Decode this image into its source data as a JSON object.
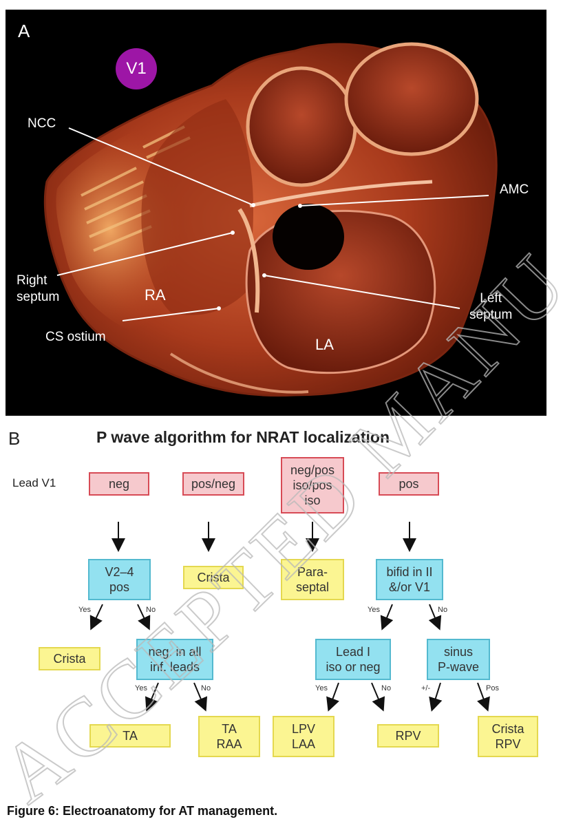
{
  "panel_a": {
    "letter": "A",
    "badge": "V1",
    "labels": {
      "ncc": "NCC",
      "amc": "AMC",
      "right_septum": "Right\nseptum",
      "left_septum": "Left\nseptum",
      "cs_ostium": "CS ostium",
      "ra": "RA",
      "la": "LA"
    }
  },
  "panel_b": {
    "letter": "B",
    "title": "P wave algorithm for NRAT localization",
    "lead_label": "Lead V1",
    "lead_boxes": [
      "neg",
      "pos/neg",
      "neg/pos\niso/pos\niso",
      "pos"
    ],
    "level2": [
      "V2–4\npos",
      "Crista",
      "Para-\nseptal",
      "bifid in II\n&/or V1"
    ],
    "level3": [
      "Crista",
      "neg. in all\ninf. leads",
      "Lead I\niso or neg",
      "sinus\nP-wave"
    ],
    "level4": [
      "TA",
      "TA\nRAA",
      "LPV\nLAA",
      "RPV",
      "Crista\nRPV"
    ],
    "branch_labels": {
      "yes": "Yes",
      "no": "No",
      "plus_minus": "+/-",
      "pos": "Pos"
    }
  },
  "caption": "Figure 6: Electroanatomy  for AT management.",
  "watermark": "ACCEPTED MANUSCRIPT",
  "colors": {
    "red_fill": "#f6c9cd",
    "red_border": "#d74a55",
    "cyan_fill": "#93e1f0",
    "cyan_border": "#53b9cf",
    "yellow_fill": "#fbf592",
    "yellow_border": "#e4d84f",
    "badge": "#9d16a6",
    "tissue": "#a23b1e"
  }
}
